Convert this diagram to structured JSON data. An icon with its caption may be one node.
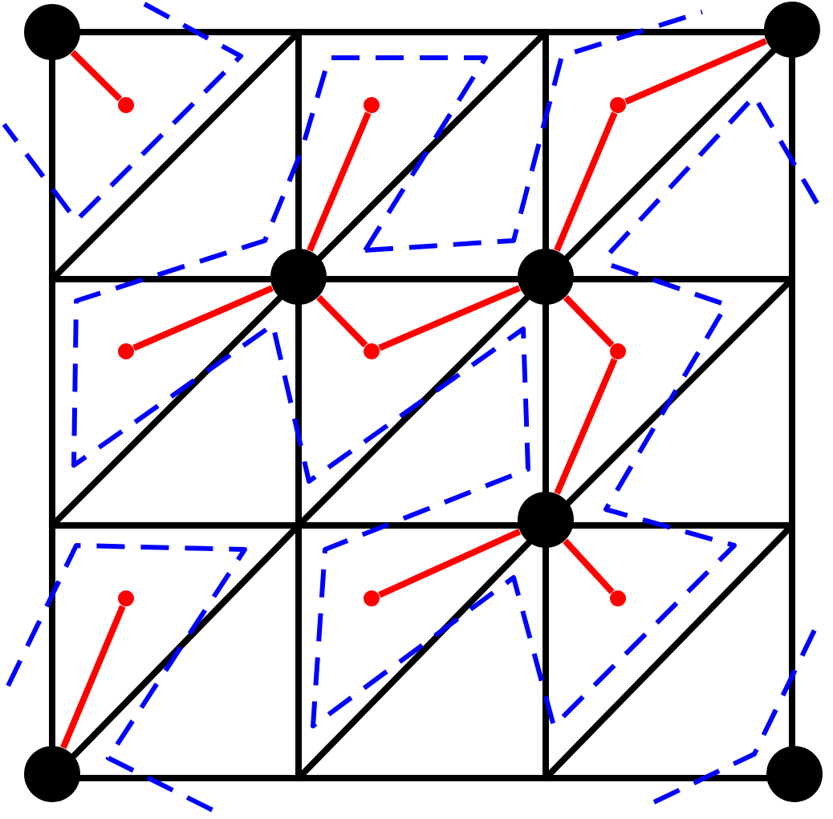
{
  "diagram": {
    "nodes": [
      {
        "text": [],
        "shape": "circle"
      },
      {
        "text": [],
        "shape": "circle"
      },
      {
        "text": [],
        "shape": "circle"
      },
      {
        "text": [],
        "shape": "circle"
      },
      {
        "text": [],
        "shape": "circle"
      },
      {
        "text": [],
        "shape": "circle"
      },
      {
        "text": [],
        "shape": "circle"
      },
      {
        "text": [],
        "shape": "circle"
      },
      {
        "text": [],
        "shape": "circle"
      },
      {
        "text": [],
        "shape": "circle"
      },
      {
        "text": [],
        "shape": "circle"
      },
      {
        "text": [],
        "shape": "circle"
      },
      {
        "text": [],
        "shape": "circle"
      },
      {
        "text": [],
        "shape": "circle"
      },
      {
        "text": [],
        "shape": "circle"
      },
      {
        "text": [],
        "shape": "circle"
      }
    ],
    "edges": [
      {
        "from": 0,
        "to": 2,
        "arrow": "none"
      },
      {
        "from": 5,
        "to": 3,
        "arrow": "none"
      },
      {
        "from": 1,
        "to": 4,
        "arrow": "none"
      },
      {
        "from": 6,
        "to": 4,
        "arrow": "none"
      },
      {
        "from": 5,
        "to": 7,
        "arrow": "none"
      },
      {
        "from": 5,
        "to": 8,
        "arrow": "none"
      },
      {
        "from": 6,
        "to": 8,
        "arrow": "none"
      },
      {
        "from": 6,
        "to": 9,
        "arrow": "none"
      },
      {
        "from": 10,
        "to": 9,
        "arrow": "none"
      },
      {
        "from": 14,
        "to": 11,
        "arrow": "none"
      },
      {
        "from": 10,
        "to": 12,
        "arrow": "none"
      },
      {
        "from": 10,
        "to": 13,
        "arrow": "none"
      }
    ]
  }
}
